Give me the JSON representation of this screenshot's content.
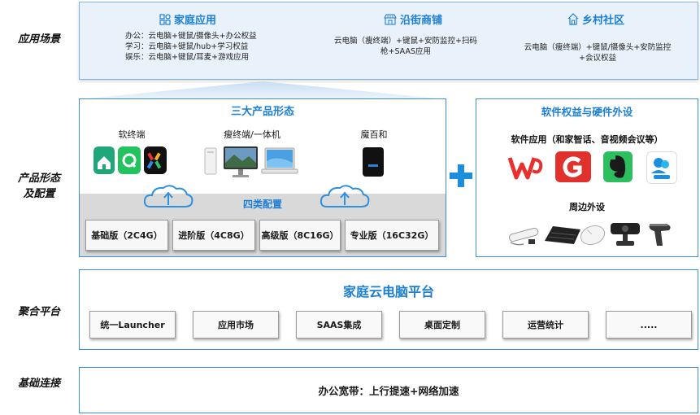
{
  "rows": {
    "scenarios": "应用场景",
    "product_form": "产品形态及配置",
    "aggregation": "聚合平台",
    "basic_connect": "基础连接"
  },
  "scenarios": [
    {
      "title": "家庭应用",
      "icon": "apps-grid-icon",
      "lines": [
        "办公：云电脑+键鼠/摄像头+办公权益",
        "学习：云电脑+键鼠/hub+学习权益",
        "娱乐：云电脑+键鼠/耳麦+游戏应用"
      ]
    },
    {
      "title": "沿街商铺",
      "icon": "storefront-icon",
      "lines": [
        "云电脑（瘦终端）+键鼠+安防监控+扫码",
        "枪+SAAS应用"
      ]
    },
    {
      "title": "乡村社区",
      "icon": "village-house-icon",
      "lines": [
        "云电脑（瘦终端）+键鼠/摄像头+安防监控",
        "+会议权益"
      ]
    }
  ],
  "products": {
    "title": "三大产品形态",
    "soft_terminal": "软终端",
    "thin_terminal": "瘦终端/一体机",
    "mobox": "魔百和",
    "config_title": "四类配置",
    "configs": [
      "基础版（2C4G）",
      "进阶版（4C8G）",
      "高级版（8C16G）",
      "专业版（16C32G）"
    ]
  },
  "plus_symbol": "+",
  "extras": {
    "title": "软件权益与硬件外设",
    "software_title": "软件应用（和家智话、音视频会议等）",
    "peripherals_title": "周边外设"
  },
  "platform": {
    "title": "家庭云电脑平台",
    "items": [
      "统一Launcher",
      "应用市场",
      "SAAS集成",
      "桌面定制",
      "运营统计",
      "....."
    ]
  },
  "connect": {
    "text": "办公宽带：上行提速+网络加速"
  },
  "colors": {
    "accent": "#1c7fd6",
    "panel_border": "#3d8fd9",
    "top_bg": "#e9f2fb"
  }
}
